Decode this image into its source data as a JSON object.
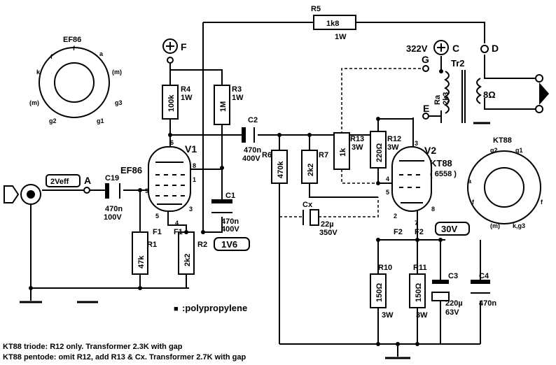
{
  "tubes": {
    "v1": {
      "ref": "V1",
      "type": "EF86",
      "pins": [
        "6",
        "8",
        "1",
        "9",
        "5",
        "4",
        "3"
      ],
      "filaments": [
        "F1",
        "F1"
      ]
    },
    "v2": {
      "ref": "V2",
      "type": "KT88",
      "alt": "( 6558 )",
      "pins": [
        "3",
        "4",
        "5",
        "2",
        "7",
        "8"
      ],
      "filaments": [
        "F2",
        "F2"
      ]
    }
  },
  "resistors": [
    {
      "ref": "R5",
      "value": "1k8",
      "rating": "1W"
    },
    {
      "ref": "R4",
      "value": "100k",
      "rating": "1W"
    },
    {
      "ref": "R3",
      "value": "1M",
      "rating": "1W"
    },
    {
      "ref": "R6",
      "value": "470k"
    },
    {
      "ref": "R7",
      "value": "2k2"
    },
    {
      "ref": "R13",
      "value": "1k",
      "rating": "3W"
    },
    {
      "ref": "R12",
      "value": "220Ω",
      "rating": "3W"
    },
    {
      "ref": "R1",
      "value": "47k"
    },
    {
      "ref": "R2",
      "value": "2k2"
    },
    {
      "ref": "R10",
      "value": "150Ω",
      "rating": "3W"
    },
    {
      "ref": "R11",
      "value": "150Ω",
      "rating": "3W"
    }
  ],
  "capacitors": [
    {
      "ref": "C2",
      "value": "470n",
      "voltage": "400V"
    },
    {
      "ref": "C19",
      "value": "470n",
      "voltage": "100V"
    },
    {
      "ref": "C1",
      "value": "470n",
      "voltage": "400V"
    },
    {
      "ref": "Cx",
      "value": "22µ",
      "voltage": "350V"
    },
    {
      "ref": "C3",
      "value": "220µ",
      "voltage": "63V"
    },
    {
      "ref": "C4",
      "value": "470n"
    }
  ],
  "nodes": {
    "a": "A",
    "f": "F",
    "c": "C",
    "d": "D",
    "g": "G",
    "e": "E",
    "v322": "322V"
  },
  "boxes": {
    "input": "2Veff",
    "cathode": "1V6",
    "bias": "30V"
  },
  "transformer": {
    "ref": "Tr2",
    "ra": "Ra",
    "ra_value": "2k3",
    "load": "8Ω"
  },
  "pinouts": {
    "ef86": {
      "title": "EF86",
      "pins": [
        "f",
        "a",
        "(m)",
        "g3",
        "g1",
        "g2",
        "(m)",
        "k",
        "f"
      ]
    },
    "kt88": {
      "title": "KT88",
      "pins": [
        "g2",
        "g1",
        "a",
        "f",
        "f",
        "k,g3",
        "(m)"
      ]
    }
  },
  "legend": {
    "marker": "■",
    "text": ":polypropylene"
  },
  "notes": [
    "KT88 triode: R12 only. Transformer 2.3K with gap",
    "KT88 pentode: omit R12, add R13 & Cx. Transformer 2.7K with gap"
  ]
}
